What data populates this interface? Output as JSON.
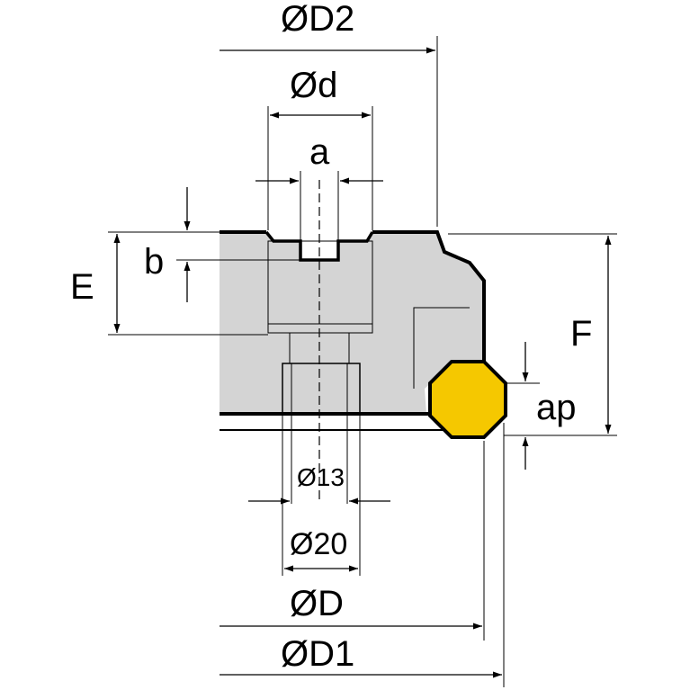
{
  "labels": {
    "D2": "ØD2",
    "d": "Ød",
    "a": "a",
    "b": "b",
    "E": "E",
    "F": "F",
    "ap": "ap",
    "d13": "Ø13",
    "d20": "Ø20",
    "D": "ØD",
    "D1": "ØD1"
  },
  "colors": {
    "body": "#d4d4d4",
    "insert": "#f5c800",
    "outline": "#000000",
    "background": "#ffffff"
  }
}
